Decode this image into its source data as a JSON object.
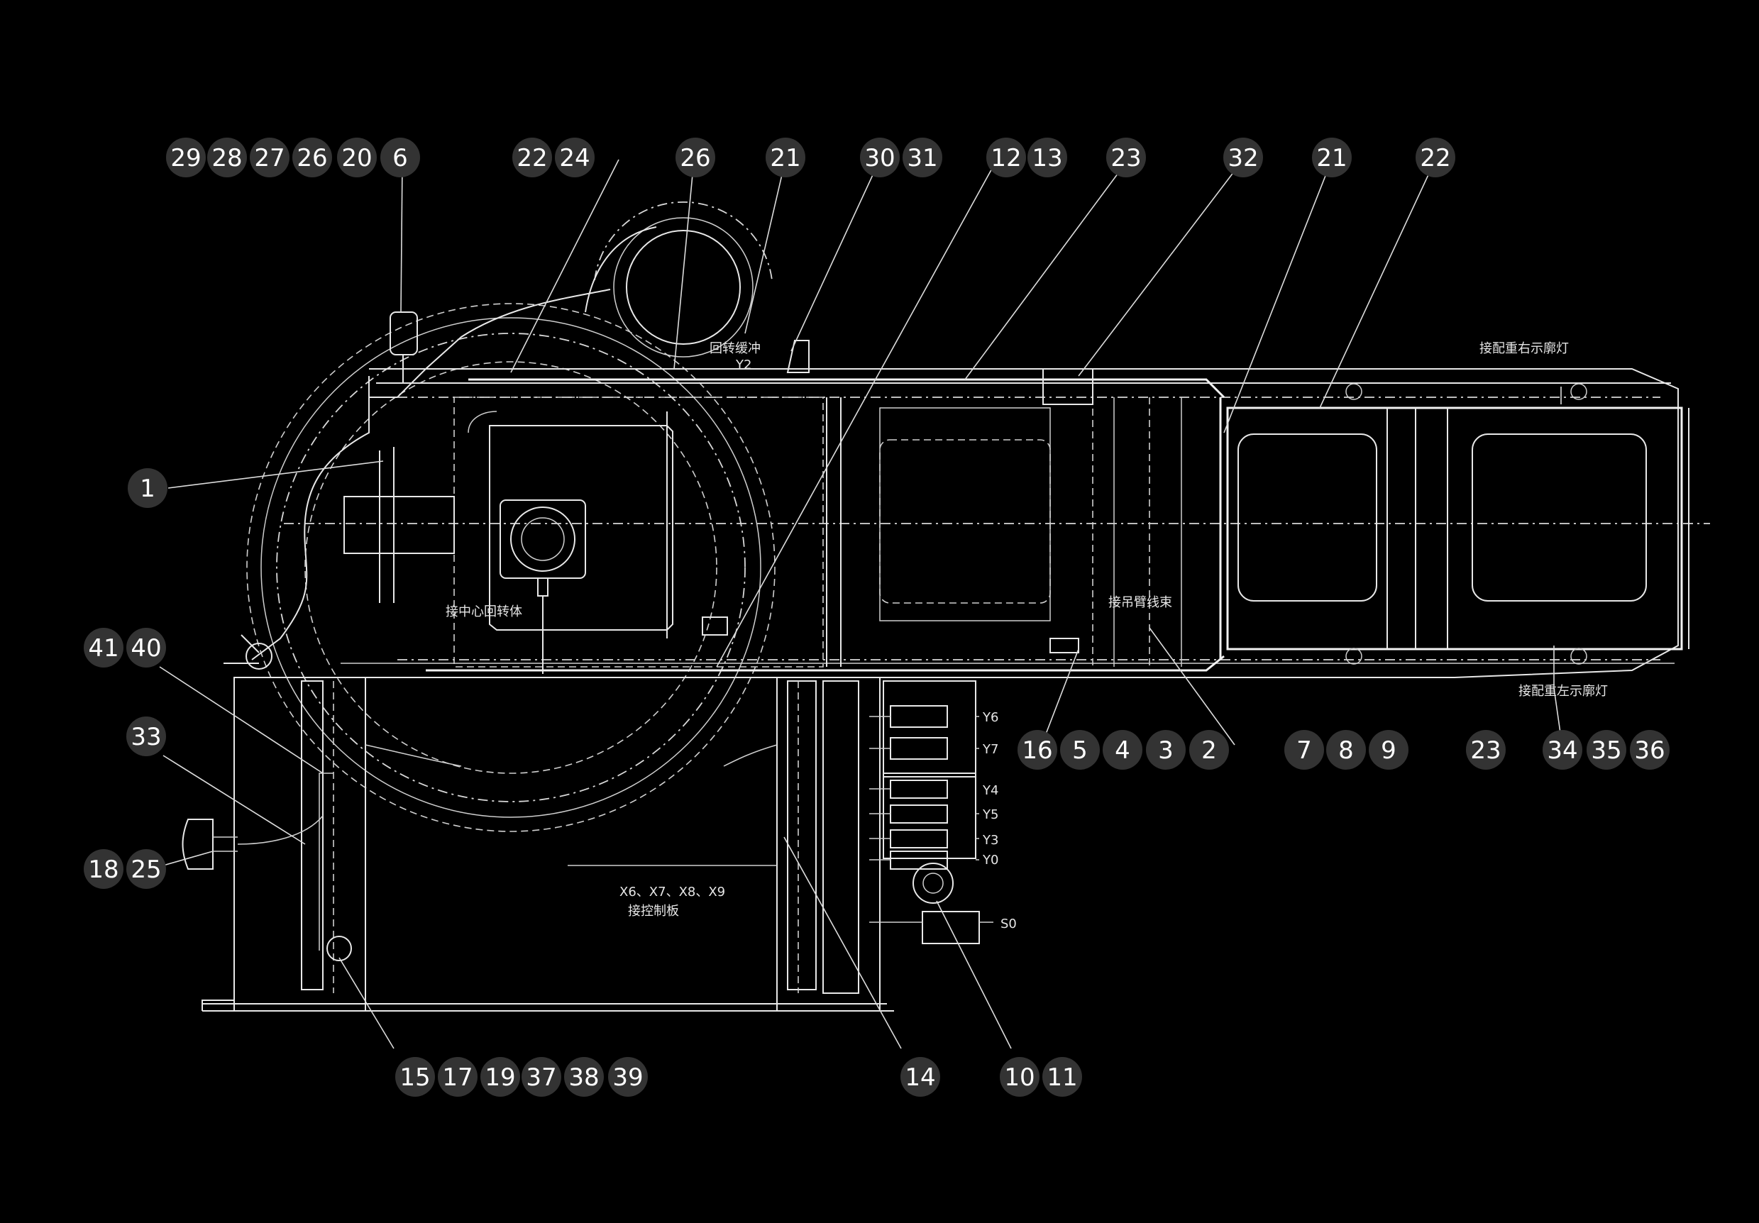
{
  "callouts": [
    {
      "id": "c1",
      "label": "29"
    },
    {
      "id": "c2",
      "label": "28"
    },
    {
      "id": "c3",
      "label": "27"
    },
    {
      "id": "c4",
      "label": "26"
    },
    {
      "id": "c5",
      "label": "20"
    },
    {
      "id": "c6",
      "label": "6"
    },
    {
      "id": "c7",
      "label": "22"
    },
    {
      "id": "c8",
      "label": "24"
    },
    {
      "id": "c9",
      "label": "26"
    },
    {
      "id": "c10",
      "label": "21"
    },
    {
      "id": "c11",
      "label": "30"
    },
    {
      "id": "c12",
      "label": "31"
    },
    {
      "id": "c13",
      "label": "12"
    },
    {
      "id": "c14",
      "label": "13"
    },
    {
      "id": "c15",
      "label": "23"
    },
    {
      "id": "c16",
      "label": "32"
    },
    {
      "id": "c17",
      "label": "21"
    },
    {
      "id": "c18",
      "label": "22"
    },
    {
      "id": "c19",
      "label": "1"
    },
    {
      "id": "c20",
      "label": "41"
    },
    {
      "id": "c21",
      "label": "40"
    },
    {
      "id": "c22",
      "label": "33"
    },
    {
      "id": "c23",
      "label": "18"
    },
    {
      "id": "c24",
      "label": "25"
    },
    {
      "id": "c25",
      "label": "16"
    },
    {
      "id": "c26",
      "label": "5"
    },
    {
      "id": "c27",
      "label": "4"
    },
    {
      "id": "c28",
      "label": "3"
    },
    {
      "id": "c29",
      "label": "2"
    },
    {
      "id": "c30",
      "label": "7"
    },
    {
      "id": "c31",
      "label": "8"
    },
    {
      "id": "c32",
      "label": "9"
    },
    {
      "id": "c33",
      "label": "23"
    },
    {
      "id": "c34",
      "label": "34"
    },
    {
      "id": "c35",
      "label": "35"
    },
    {
      "id": "c36",
      "label": "36"
    },
    {
      "id": "c37",
      "label": "15"
    },
    {
      "id": "c38",
      "label": "17"
    },
    {
      "id": "c39",
      "label": "19"
    },
    {
      "id": "c40",
      "label": "37"
    },
    {
      "id": "c41",
      "label": "38"
    },
    {
      "id": "c42",
      "label": "39"
    },
    {
      "id": "c43",
      "label": "14"
    },
    {
      "id": "c44",
      "label": "10"
    },
    {
      "id": "c45",
      "label": "11"
    }
  ],
  "labels": {
    "slew_buffer": "回转缓冲",
    "y2": "Y2",
    "right_outline_light": "接配重右示廓灯",
    "left_outline_light": "接配重左示廓灯",
    "center_swivel": "接中心回转体",
    "boom_harness": "接吊臂线束",
    "y6": "Y6",
    "y7": "Y7",
    "y4": "Y4",
    "y5": "Y5",
    "y3": "Y3",
    "y0": "Y0",
    "s0": "S0",
    "x_signals": "X6、X7、X8、X9",
    "control_board": "接控制板"
  }
}
